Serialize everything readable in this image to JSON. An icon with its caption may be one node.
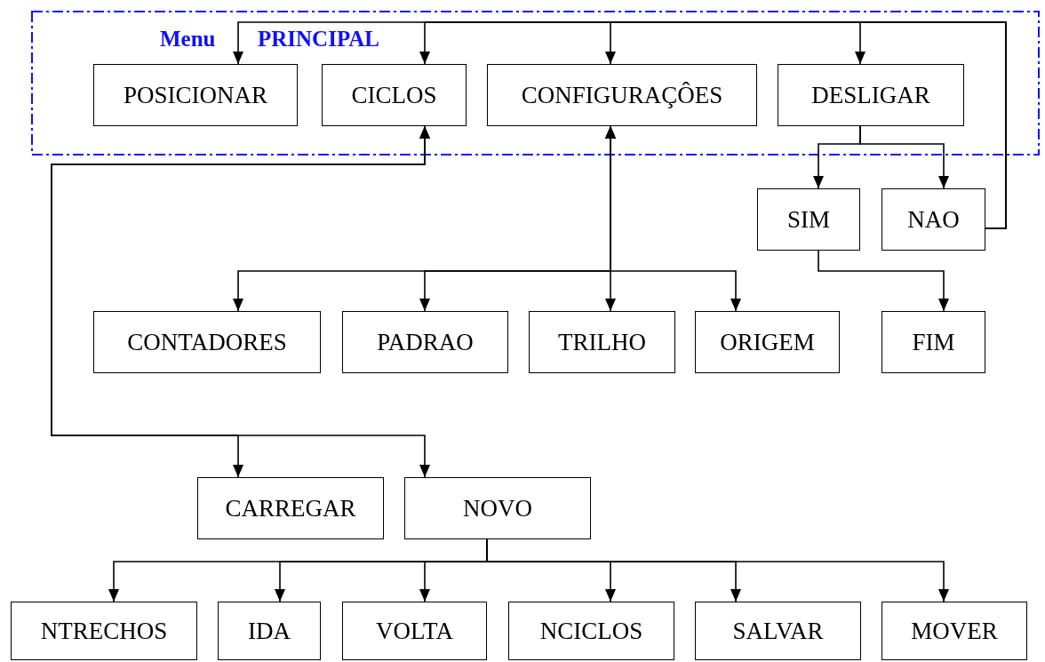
{
  "diagram": {
    "nodes": [
      {
        "text": [
          "Menu",
          "PRINCIPAL"
        ]
      },
      {
        "text": [
          "POSICIONAR"
        ],
        "in": 0
      },
      {
        "text": [
          "CICLOS"
        ],
        "in": 0
      },
      {
        "text": [
          "CONFIGURAÇÔES"
        ],
        "in": 0
      },
      {
        "text": [
          "DESLIGAR"
        ],
        "in": 0
      },
      {
        "text": [
          "SIM"
        ]
      },
      {
        "text": [
          "NAO"
        ]
      },
      {
        "text": [
          "CONTADORES"
        ]
      },
      {
        "text": [
          "PADRAO"
        ]
      },
      {
        "text": [
          "TRILHO"
        ]
      },
      {
        "text": [
          "ORIGEM"
        ]
      },
      {
        "text": [
          "FIM"
        ]
      },
      {
        "text": [
          "CARREGAR"
        ]
      },
      {
        "text": [
          "NOVO"
        ]
      },
      {
        "text": [
          "NTRECHOS"
        ]
      },
      {
        "text": [
          "IDA"
        ]
      },
      {
        "text": [
          "VOLTA"
        ]
      },
      {
        "text": [
          "NCICLOS"
        ]
      },
      {
        "text": [
          "SALVAR"
        ]
      },
      {
        "text": [
          "MOVER"
        ]
      }
    ],
    "edges": [
      {
        "from": 4,
        "to": 5,
        "arrow": "to"
      },
      {
        "from": 4,
        "to": 6,
        "arrow": "to"
      },
      {
        "from": 5,
        "to": 11,
        "arrow": "to"
      },
      {
        "from": 3,
        "to": 7,
        "arrow": "both"
      },
      {
        "from": 3,
        "to": 8,
        "arrow": "both"
      },
      {
        "from": 3,
        "to": 9,
        "arrow": "both"
      },
      {
        "from": 3,
        "to": 10,
        "arrow": "both"
      },
      {
        "from": 2,
        "to": 12,
        "arrow": "both"
      },
      {
        "from": 2,
        "to": 13,
        "arrow": "both"
      },
      {
        "from": 13,
        "to": 14,
        "arrow": "to"
      },
      {
        "from": 13,
        "to": 15,
        "arrow": "to"
      },
      {
        "from": 13,
        "to": 16,
        "arrow": "to"
      },
      {
        "from": 13,
        "to": 17,
        "arrow": "to"
      },
      {
        "from": 13,
        "to": 18,
        "arrow": "to"
      },
      {
        "from": 13,
        "to": 19,
        "arrow": "to"
      },
      {
        "from": 6,
        "to": 1,
        "arrow": "to"
      },
      {
        "from": 6,
        "to": 2,
        "arrow": "to"
      },
      {
        "from": 6,
        "to": 3,
        "arrow": "to"
      },
      {
        "from": 6,
        "to": 4,
        "arrow": "to"
      }
    ]
  }
}
